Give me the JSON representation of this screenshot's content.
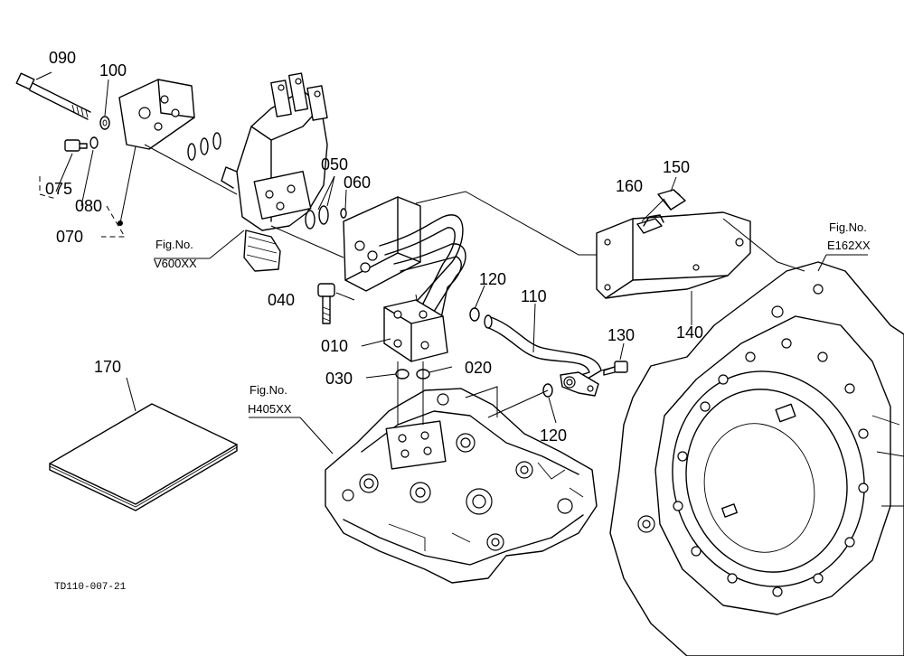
{
  "diagram_code": "TD110-007-21",
  "fig_refs": [
    {
      "id": "v600",
      "label": "Fig.No.",
      "code": "V600XX"
    },
    {
      "id": "h405",
      "label": "Fig.No.",
      "code": "H405XX"
    },
    {
      "id": "e162",
      "label": "Fig.No.",
      "code": "E162XX"
    }
  ],
  "callouts": {
    "c090": "090",
    "c100": "100",
    "c075": "075",
    "c080": "080",
    "c070": "070",
    "c050": "050",
    "c060": "060",
    "c150": "150",
    "c160": "160",
    "c040": "040",
    "c010": "010",
    "c030": "030",
    "c020": "020",
    "c120a": "120",
    "c110": "110",
    "c130": "130",
    "c120b": "120",
    "c140": "140",
    "c170": "170"
  }
}
